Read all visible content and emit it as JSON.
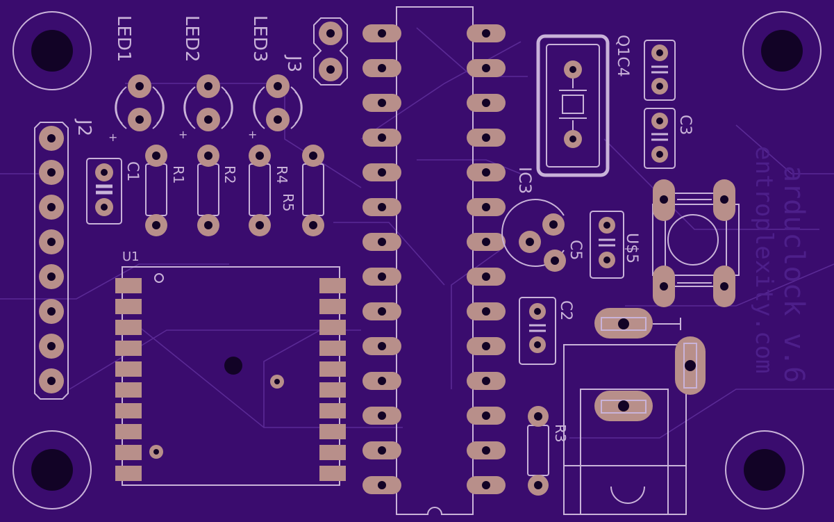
{
  "board": {
    "background": "#3a0c6e",
    "silkscreen_color": "#c9b3d9",
    "pad_color": "#b88f8a",
    "trace_color": "#5a2a95",
    "title": "arduclock v.6",
    "url": "entroplexity.com"
  },
  "labels": {
    "led1": "LED1",
    "led2": "LED2",
    "led3": "LED3",
    "j3": "J3",
    "j2": "J2",
    "q1": "Q1",
    "c4": "C4",
    "c3": "C3",
    "c1": "C1",
    "c2": "C2",
    "c5": "C5",
    "r1": "R1",
    "r2": "R2",
    "r3": "R3",
    "r4": "R4",
    "r5": "R5",
    "ic3": "IC3",
    "u5": "U$5",
    "u1": "U1",
    "plus": "+"
  }
}
